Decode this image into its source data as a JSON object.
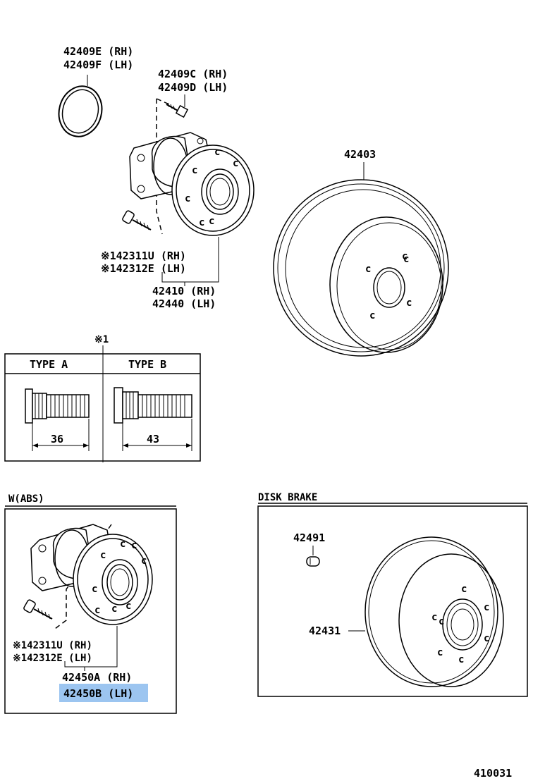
{
  "labels": {
    "oring_rh": "42409E (RH)",
    "oring_lh": "42409F (LH)",
    "bolt_rh": "42409C (RH)",
    "bolt_lh": "42409D (LH)",
    "drum": "42403",
    "stud_rh": "※142311U (RH)",
    "stud_lh": "※142312E (LH)",
    "hub_rh": "42410 (RH)",
    "hub_lh": "42440 (LH)",
    "note_ref": "※1",
    "type_a": "TYPE A",
    "type_b": "TYPE B",
    "dim_a": "36",
    "dim_b": "43",
    "abs_title": "W(ABS)",
    "abs_stud_rh": "※142311U (RH)",
    "abs_stud_lh": "※142312E (LH)",
    "abs_hub_rh": "42450A (RH)",
    "abs_hub_lh": "42450B (LH)",
    "disk_title": "DISK BRAKE",
    "plug": "42491",
    "disc": "42431",
    "figure_no": "410031"
  },
  "colors": {
    "line": "#000000",
    "highlight": "#9cc5f0"
  }
}
